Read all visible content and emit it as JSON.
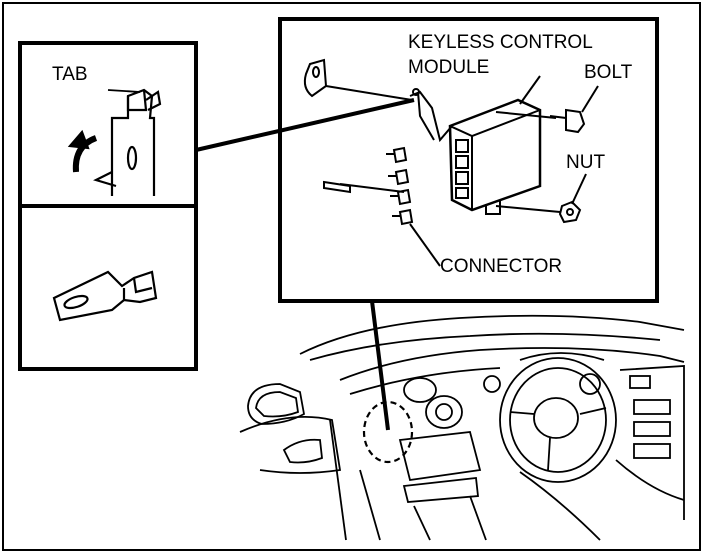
{
  "labels": {
    "tab": "TAB",
    "module": [
      "KEYLESS CONTROL",
      "MODULE"
    ],
    "bolt": "BOLT",
    "nut": "NUT",
    "connector": "CONNECTOR"
  },
  "colors": {
    "ink": "#000000",
    "paper": "#ffffff"
  }
}
